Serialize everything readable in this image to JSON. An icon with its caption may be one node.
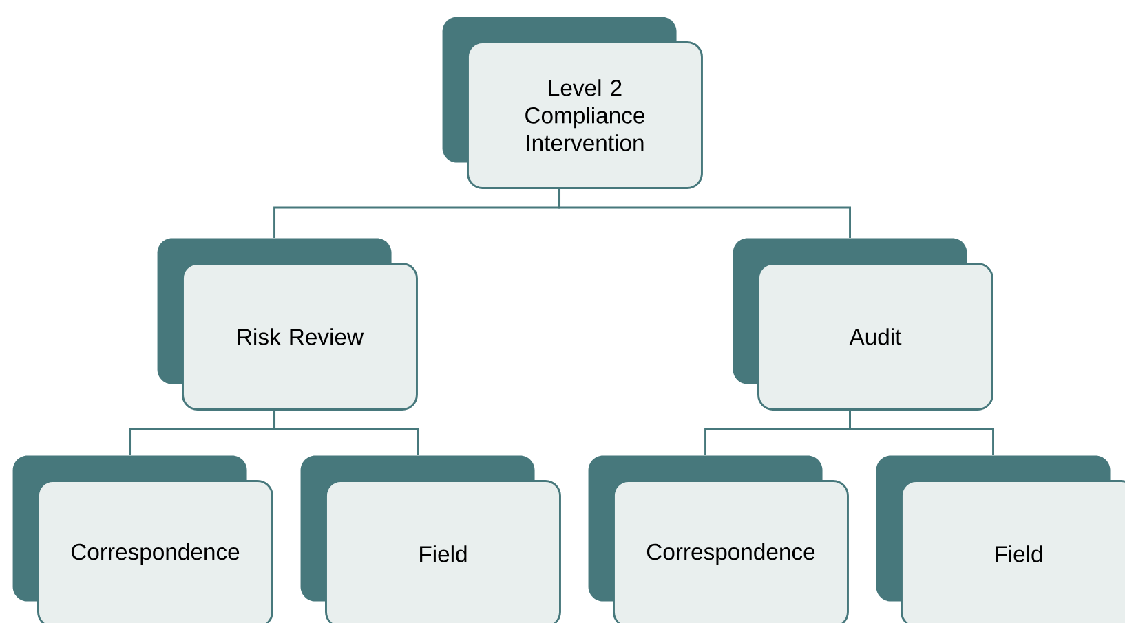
{
  "diagram": {
    "nodes": [
      {
        "text": [
          "Level 2 Compliance Intervention"
        ]
      },
      {
        "text": [
          "Risk Review"
        ]
      },
      {
        "text": [
          "Audit"
        ]
      },
      {
        "text": [
          "Correspondence"
        ]
      },
      {
        "text": [
          "Field"
        ]
      },
      {
        "text": [
          "Correspondence"
        ]
      },
      {
        "text": [
          "Field"
        ]
      }
    ],
    "edges": [
      {
        "from": 0,
        "to": 1,
        "arrow": "none"
      },
      {
        "from": 0,
        "to": 2,
        "arrow": "none"
      },
      {
        "from": 1,
        "to": 3,
        "arrow": "none"
      },
      {
        "from": 1,
        "to": 4,
        "arrow": "none"
      },
      {
        "from": 2,
        "to": 5,
        "arrow": "none"
      },
      {
        "from": 2,
        "to": 6,
        "arrow": "none"
      }
    ]
  }
}
